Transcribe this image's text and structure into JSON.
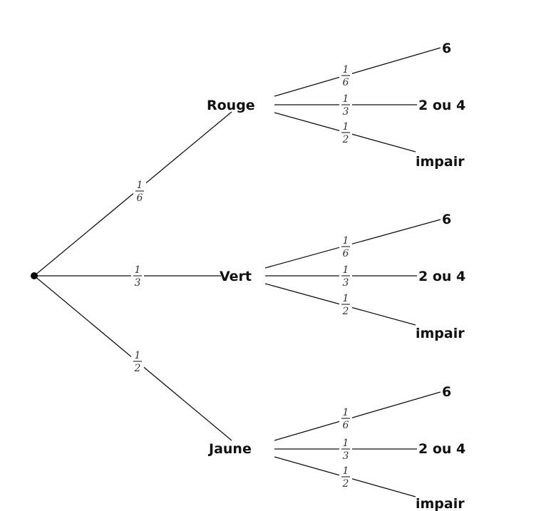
{
  "tree": {
    "root": {
      "label": ""
    },
    "level1": [
      {
        "label": "Rouge",
        "prob": {
          "num": "1",
          "den": "6"
        }
      },
      {
        "label": "Vert",
        "prob": {
          "num": "1",
          "den": "3"
        }
      },
      {
        "label": "Jaune",
        "prob": {
          "num": "1",
          "den": "2"
        }
      }
    ],
    "outcomes": [
      {
        "label": "6",
        "prob": {
          "num": "1",
          "den": "6"
        }
      },
      {
        "label": "2 ou 4",
        "prob": {
          "num": "1",
          "den": "3"
        }
      },
      {
        "label": "impair",
        "prob": {
          "num": "1",
          "den": "2"
        }
      }
    ]
  },
  "colors": {
    "line": "#111111",
    "text": "#111111",
    "fraction": "#333333",
    "background": "#ffffff"
  }
}
